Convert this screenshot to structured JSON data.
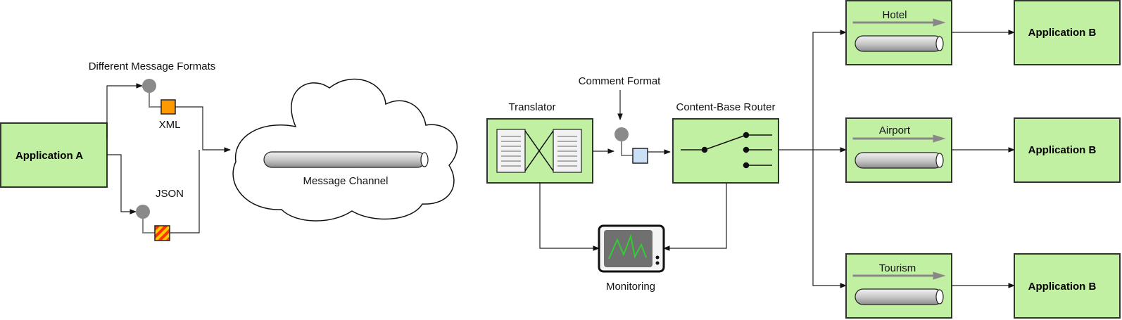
{
  "labels": {
    "app_a": "Application A",
    "formats_title": "Different Message Formats",
    "xml": "XML",
    "json": "JSON",
    "message_channel": "Message Channel",
    "translator": "Translator",
    "comment_format": "Comment Format",
    "router": "Content-Base Router",
    "monitoring": "Monitoring",
    "channel_hotel": "Hotel",
    "channel_airport": "Airport",
    "channel_tourism": "Tourism",
    "app_b_1": "Application B",
    "app_b_2": "Application B",
    "app_b_3": "Application B"
  },
  "colors": {
    "component_fill": "#c1f0a3",
    "xml_icon": "#ff9900",
    "json_icon_stripes": [
      "#ffcc00",
      "#ff3300"
    ],
    "canonical_message": "#cce0f5",
    "monitor_trace": "#33cc33"
  }
}
